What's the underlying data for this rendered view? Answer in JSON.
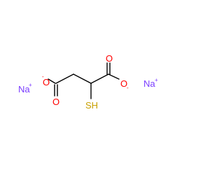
{
  "molecule": {
    "atoms": {
      "o_left_anion": {
        "symbol": "O",
        "charge": "-"
      },
      "o_left_carbonyl": {
        "symbol": "O"
      },
      "o_right_carbonyl": {
        "symbol": "O"
      },
      "o_right_anion": {
        "symbol": "O",
        "charge": "-"
      },
      "thiol": {
        "symbol": "SH"
      }
    },
    "counterions": [
      {
        "symbol": "Na",
        "charge": "+"
      },
      {
        "symbol": "Na",
        "charge": "+"
      }
    ]
  },
  "colors": {
    "bond": "#000000",
    "oxygen": "#ff0000",
    "sulfur": "#c8a000",
    "sodium": "#7a3cff"
  }
}
